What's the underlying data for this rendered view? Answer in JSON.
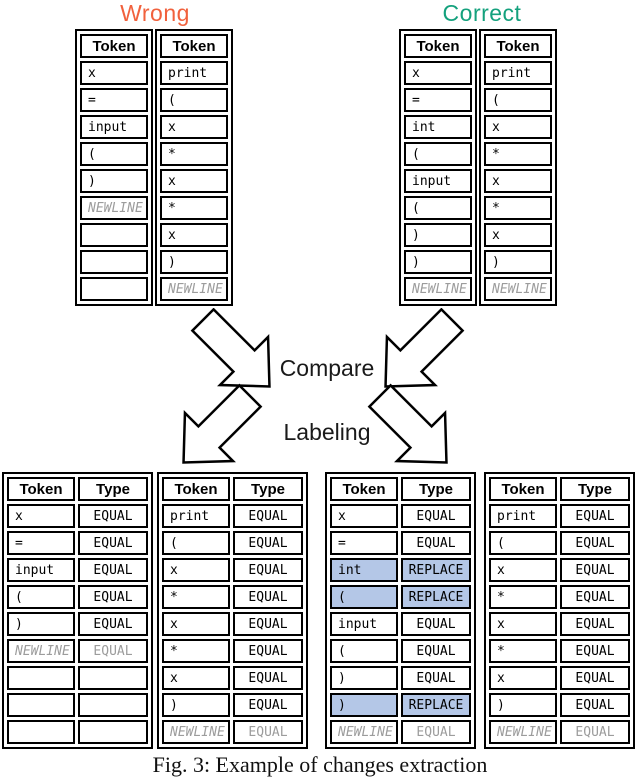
{
  "titles": {
    "wrong": "Wrong",
    "correct": "Correct"
  },
  "colors": {
    "wrong": "#F1613D",
    "correct": "#14A17D",
    "highlight": "#B4C7E7",
    "muted": "#9C9C9C"
  },
  "process": {
    "compare": "Compare",
    "labeling": "Labeling"
  },
  "top_tables": {
    "header": "Token",
    "wrong_left": [
      "x",
      "=",
      "input",
      "(",
      ")",
      "NEWLINE",
      "",
      "",
      ""
    ],
    "wrong_right": [
      "print",
      "(",
      "x",
      "*",
      "x",
      "*",
      "x",
      ")",
      "NEWLINE"
    ],
    "correct_left": [
      "x",
      "=",
      "int",
      "(",
      "input",
      "(",
      ")",
      ")",
      "NEWLINE"
    ],
    "correct_right": [
      "print",
      "(",
      "x",
      "*",
      "x",
      "*",
      "x",
      ")",
      "NEWLINE"
    ]
  },
  "bottom_tables": {
    "headers": [
      "Token",
      "Type"
    ],
    "tables": [
      {
        "rows": [
          [
            "x",
            "EQUAL"
          ],
          [
            "=",
            "EQUAL"
          ],
          [
            "input",
            "EQUAL"
          ],
          [
            "(",
            "EQUAL"
          ],
          [
            ")",
            "EQUAL"
          ],
          [
            "NEWLINE",
            "EQUAL"
          ],
          [
            "",
            ""
          ],
          [
            "",
            ""
          ],
          [
            "",
            ""
          ]
        ],
        "highlighted_rows": []
      },
      {
        "rows": [
          [
            "print",
            "EQUAL"
          ],
          [
            "(",
            "EQUAL"
          ],
          [
            "x",
            "EQUAL"
          ],
          [
            "*",
            "EQUAL"
          ],
          [
            "x",
            "EQUAL"
          ],
          [
            "*",
            "EQUAL"
          ],
          [
            "x",
            "EQUAL"
          ],
          [
            ")",
            "EQUAL"
          ],
          [
            "NEWLINE",
            "EQUAL"
          ]
        ],
        "highlighted_rows": []
      },
      {
        "rows": [
          [
            "x",
            "EQUAL"
          ],
          [
            "=",
            "EQUAL"
          ],
          [
            "int",
            "REPLACE"
          ],
          [
            "(",
            "REPLACE"
          ],
          [
            "input",
            "EQUAL"
          ],
          [
            "(",
            "EQUAL"
          ],
          [
            ")",
            "EQUAL"
          ],
          [
            ")",
            "REPLACE"
          ],
          [
            "NEWLINE",
            "EQUAL"
          ]
        ],
        "highlighted_rows": [
          2,
          3,
          7
        ]
      },
      {
        "rows": [
          [
            "print",
            "EQUAL"
          ],
          [
            "(",
            "EQUAL"
          ],
          [
            "x",
            "EQUAL"
          ],
          [
            "*",
            "EQUAL"
          ],
          [
            "x",
            "EQUAL"
          ],
          [
            "*",
            "EQUAL"
          ],
          [
            "x",
            "EQUAL"
          ],
          [
            ")",
            "EQUAL"
          ],
          [
            "NEWLINE",
            "EQUAL"
          ]
        ],
        "highlighted_rows": []
      }
    ]
  },
  "caption": "Fig. 3: Example of changes extraction"
}
